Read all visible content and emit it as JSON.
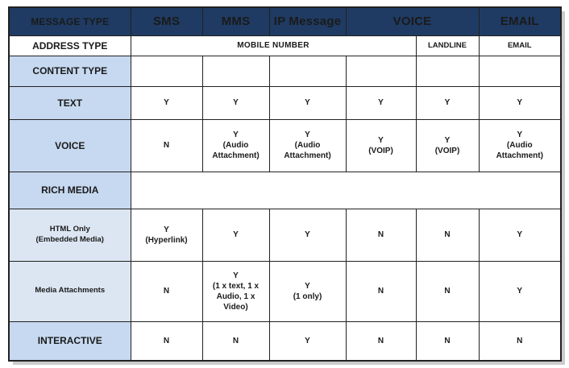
{
  "colors": {
    "page_bg": "#ffffff",
    "header_bg": "#1f3b63",
    "header_text": "#ffffff",
    "row_label_bg": "#c6d9f0",
    "row_label_bg_light": "#dce6f2",
    "border": "#212121",
    "shadow": "#cbcbcb"
  },
  "table": {
    "header": {
      "message_type": "MESSAGE TYPE",
      "sms": "SMS",
      "mms": "MMS",
      "ip_message": "IP Message",
      "voice": "VOICE",
      "email": "EMAIL"
    },
    "address_row": {
      "label": "ADDRESS TYPE",
      "mobile_number": "MOBILE NUMBER",
      "landline": "LANDLINE",
      "email": "EMAIL"
    },
    "content_row": {
      "label": "CONTENT TYPE"
    },
    "rich_media_row": {
      "label": "RICH MEDIA"
    },
    "rows": [
      {
        "label": "TEXT",
        "cells": [
          "Y",
          "Y",
          "Y",
          "Y",
          "Y",
          "Y"
        ]
      },
      {
        "label": "VOICE",
        "cells": [
          "N",
          "Y\n(Audio\nAttachment)",
          "Y\n(Audio\nAttachment)",
          "Y\n(VOIP)",
          "Y\n(VOIP)",
          "Y\n(Audio\nAttachment)"
        ]
      },
      {
        "label": "HTML Only\n(Embedded Media)",
        "cells": [
          "Y\n(Hyperlink)",
          "Y",
          "Y",
          "N",
          "N",
          "Y"
        ]
      },
      {
        "label": "Media Attachments",
        "cells": [
          "N",
          "Y\n(1 x text, 1 x\nAudio, 1 x\nVideo)",
          "Y\n(1 only)",
          "N",
          "N",
          "Y"
        ]
      },
      {
        "label": "INTERACTIVE",
        "cells": [
          "N",
          "N",
          "Y",
          "N",
          "N",
          "N"
        ]
      }
    ]
  }
}
